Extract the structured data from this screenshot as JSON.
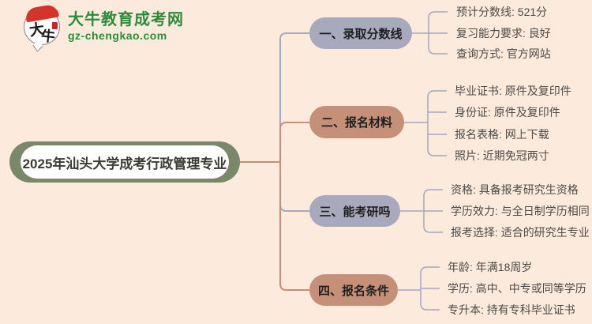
{
  "logo": {
    "bubble_chars_top": "大",
    "bubble_chars_bottom": "牛",
    "site_name": "大牛教育成考网",
    "site_domain": "gz-chengkao.com"
  },
  "root": {
    "label": "2025年汕头大学成考行政管理专业"
  },
  "branches": [
    {
      "label": "一、录取分数线",
      "color": "#a9a9bd",
      "leaves": [
        "预计分数线: 521分",
        "复习能力要求: 良好",
        "查询方式: 官方网站"
      ]
    },
    {
      "label": "二、报名材料",
      "color": "#c69078",
      "leaves": [
        "毕业证书: 原件及复印件",
        "身份证: 原件及复印件",
        "报名表格: 网上下载",
        "照片: 近期免冠两寸"
      ]
    },
    {
      "label": "三、能考研吗",
      "color": "#a9a9bd",
      "leaves": [
        "资格: 具备报考研究生资格",
        "学历效力: 与全日制学历相同",
        "报考选择: 适合的研究生专业"
      ]
    },
    {
      "label": "四、报名条件",
      "color": "#c69078",
      "leaves": [
        "年龄: 年满18周岁",
        "学历: 高中、中专或同等学历",
        "专升本: 持有专科毕业证书"
      ]
    }
  ],
  "colors": {
    "background": "#fcebdc",
    "root_fill": "#7a8769",
    "root_inner": "#ffffff",
    "branch_lavender": "#a9a9bd",
    "branch_salmon": "#c69078",
    "leaf_connector": "#a7a6bf",
    "leaf_text": "#4d4a47",
    "brand_green": "#2e8b3e",
    "brand_red": "#d5342c"
  }
}
